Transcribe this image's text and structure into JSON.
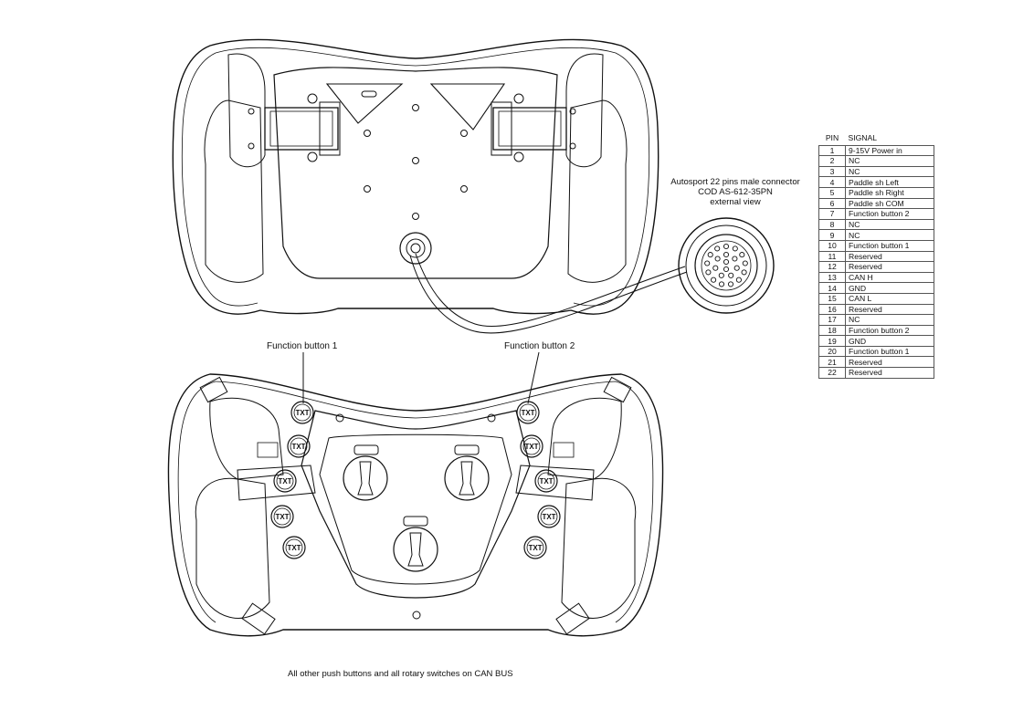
{
  "connector": {
    "caption_line1": "Autosport 22 pins male connector",
    "caption_line2": "COD AS-612-35PN",
    "caption_line3": "external view"
  },
  "labels": {
    "function_button_1": "Function button 1",
    "function_button_2": "Function button 2",
    "footer_note": "All other push buttons and all rotary switches on CAN BUS",
    "button_text": "TXT"
  },
  "pin_table": {
    "headers": [
      "PIN",
      "SIGNAL"
    ],
    "rows": [
      {
        "pin": "1",
        "signal": "9-15V Power in"
      },
      {
        "pin": "2",
        "signal": "NC"
      },
      {
        "pin": "3",
        "signal": "NC"
      },
      {
        "pin": "4",
        "signal": "Paddle sh Left"
      },
      {
        "pin": "5",
        "signal": "Paddle sh Right"
      },
      {
        "pin": "6",
        "signal": "Paddle sh COM"
      },
      {
        "pin": "7",
        "signal": "Function button 2"
      },
      {
        "pin": "8",
        "signal": "NC"
      },
      {
        "pin": "9",
        "signal": "NC"
      },
      {
        "pin": "10",
        "signal": "Function button 1"
      },
      {
        "pin": "11",
        "signal": "Reserved"
      },
      {
        "pin": "12",
        "signal": "Reserved"
      },
      {
        "pin": "13",
        "signal": "CAN H"
      },
      {
        "pin": "14",
        "signal": "GND"
      },
      {
        "pin": "15",
        "signal": "CAN L"
      },
      {
        "pin": "16",
        "signal": "Reserved"
      },
      {
        "pin": "17",
        "signal": "NC"
      },
      {
        "pin": "18",
        "signal": "Function button 2"
      },
      {
        "pin": "19",
        "signal": "GND"
      },
      {
        "pin": "20",
        "signal": "Function button 1"
      },
      {
        "pin": "21",
        "signal": "Reserved"
      },
      {
        "pin": "22",
        "signal": "Reserved"
      }
    ]
  }
}
